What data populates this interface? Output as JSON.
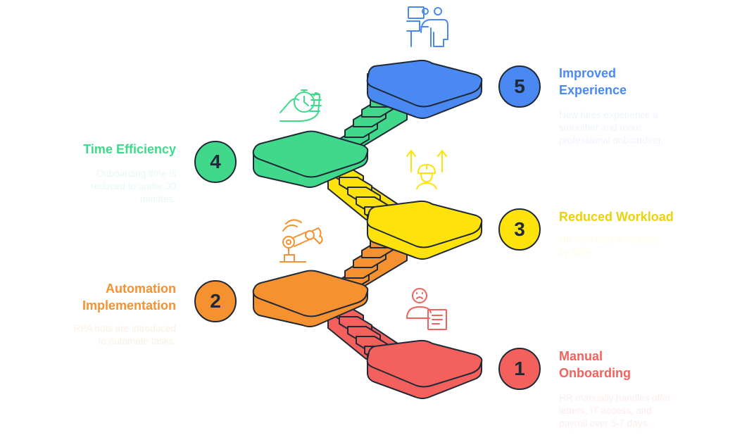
{
  "colors": {
    "step1": "#f4615d",
    "step2": "#f5912f",
    "step3": "#fde20b",
    "step4": "#40d98b",
    "step5": "#4b89f2",
    "outline": "#1f2937"
  },
  "steps": [
    {
      "number": "1",
      "title_line1": "Manual",
      "title_line2": "Onboarding",
      "desc_lines": [
        "HR manually handles offer",
        "letters, IT access, and",
        "payroll over 5-7 days."
      ],
      "icon": "frustrated-person-document-icon"
    },
    {
      "number": "2",
      "title_line1": "Automation",
      "title_line2": "Implementation",
      "desc_lines": [
        "RPA bots are introduced",
        "to automate tasks."
      ],
      "icon": "robotic-arm-icon"
    },
    {
      "number": "3",
      "title_line1": "Reduced Workload",
      "title_line2": "",
      "desc_lines": [
        "HR workload is reduced",
        "by 90%."
      ],
      "icon": "worker-up-arrows-icon"
    },
    {
      "number": "4",
      "title_line1": "Time Efficiency",
      "title_line2": "",
      "desc_lines": [
        "Onboarding time is",
        "reduced to under 30",
        "minutes."
      ],
      "icon": "hand-stopwatch-icon"
    },
    {
      "number": "5",
      "title_line1": "Improved",
      "title_line2": "Experience",
      "desc_lines": [
        "New hires experience a",
        "smoother and more",
        "professional onboarding."
      ],
      "icon": "presentation-people-icon"
    }
  ]
}
